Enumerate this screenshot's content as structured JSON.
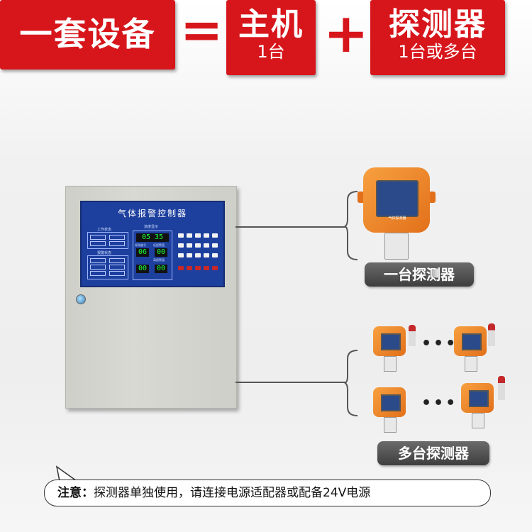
{
  "banner": {
    "set": "一套设备",
    "equals": "=",
    "host_title": "主机",
    "host_qty": "1台",
    "plus": "+",
    "detector_title": "探测器",
    "detector_qty": "1台或多台"
  },
  "controller": {
    "panel_title": "气体报警控制器",
    "sub_work": "工作状态",
    "sub_display": "浓度显示",
    "sub_alarm": "报警状态",
    "sub_probe": "探测器号",
    "sub_lowlimit": "低报警值",
    "sub_highlimit": "高报警值",
    "display_main": "05 35",
    "display_a": "06",
    "display_b": "00",
    "display_c": "00",
    "display_d": "00"
  },
  "labels": {
    "single": "一台探测器",
    "multi": "多台探测器",
    "single_detector_tag": "气体探测器"
  },
  "note": {
    "key": "注意：",
    "text": "探测器单独使用，请连接电源适配器或配备24V电源"
  },
  "colors": {
    "brand_red": "#d7161c",
    "detector_orange": "#e2701a",
    "panel_blue": "#1d3f9e"
  },
  "icons": [
    "padlock-icon",
    "beacon-icon"
  ]
}
